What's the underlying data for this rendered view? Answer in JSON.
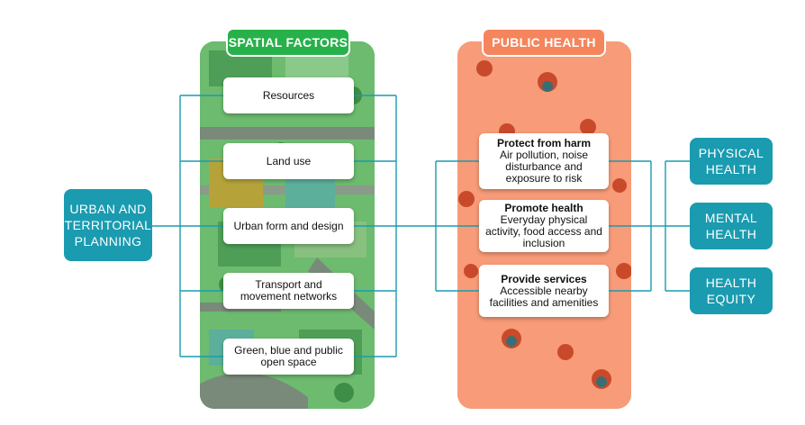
{
  "left_box": {
    "label": "URBAN AND\nTERRITORIAL\nPLANNING"
  },
  "spatial": {
    "header": "SPATIAL FACTORS",
    "items": [
      {
        "label": "Resources"
      },
      {
        "label": "Land use"
      },
      {
        "label": "Urban form and design"
      },
      {
        "label": "Transport and movement networks"
      },
      {
        "label": "Green, blue and public open space"
      }
    ]
  },
  "health": {
    "header": "PUBLIC HEALTH",
    "items": [
      {
        "title": "Protect from harm",
        "desc": "Air pollution, noise disturbance and exposure to risk"
      },
      {
        "title": "Promote health",
        "desc": "Everyday physical activity, food access and inclusion"
      },
      {
        "title": "Provide services",
        "desc": "Accessible nearby facilities and amenities"
      }
    ]
  },
  "outcomes": [
    {
      "label": "PHYSICAL\nHEALTH"
    },
    {
      "label": "MENTAL\nHEALTH"
    },
    {
      "label": "HEALTH\nEQUITY"
    }
  ],
  "colors": {
    "connector": "#1a9bb0",
    "spatial_panel": "#6fbf73",
    "spatial_header": "#27b14a",
    "health_panel": "#f79b78",
    "health_header": "#f5855c"
  }
}
